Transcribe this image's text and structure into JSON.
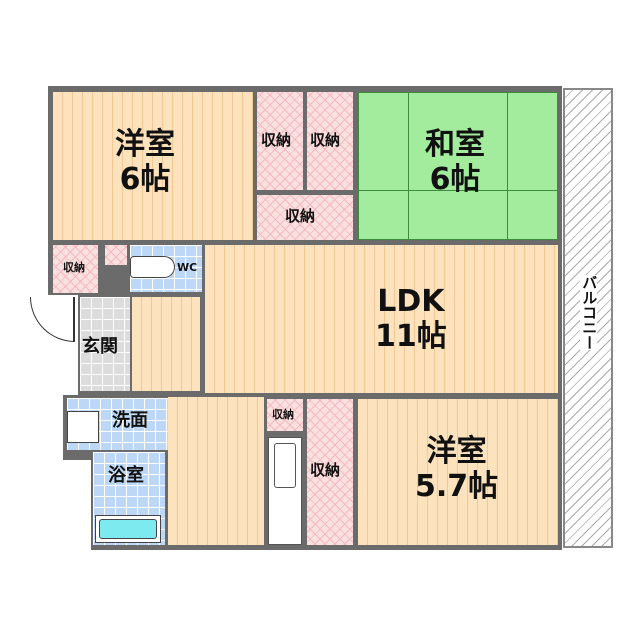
{
  "rooms": {
    "western1": {
      "name": "洋室",
      "size": "6帖"
    },
    "japanese": {
      "name": "和室",
      "size": "6帖"
    },
    "ldk": {
      "name": "LDK",
      "size": "11帖"
    },
    "western2": {
      "name": "洋室",
      "size": "5.7帖"
    },
    "storage": "収納",
    "wc": "WC",
    "entrance": "玄関",
    "washroom": "洗面",
    "bathroom": "浴室",
    "balcony": "バルコニー"
  }
}
